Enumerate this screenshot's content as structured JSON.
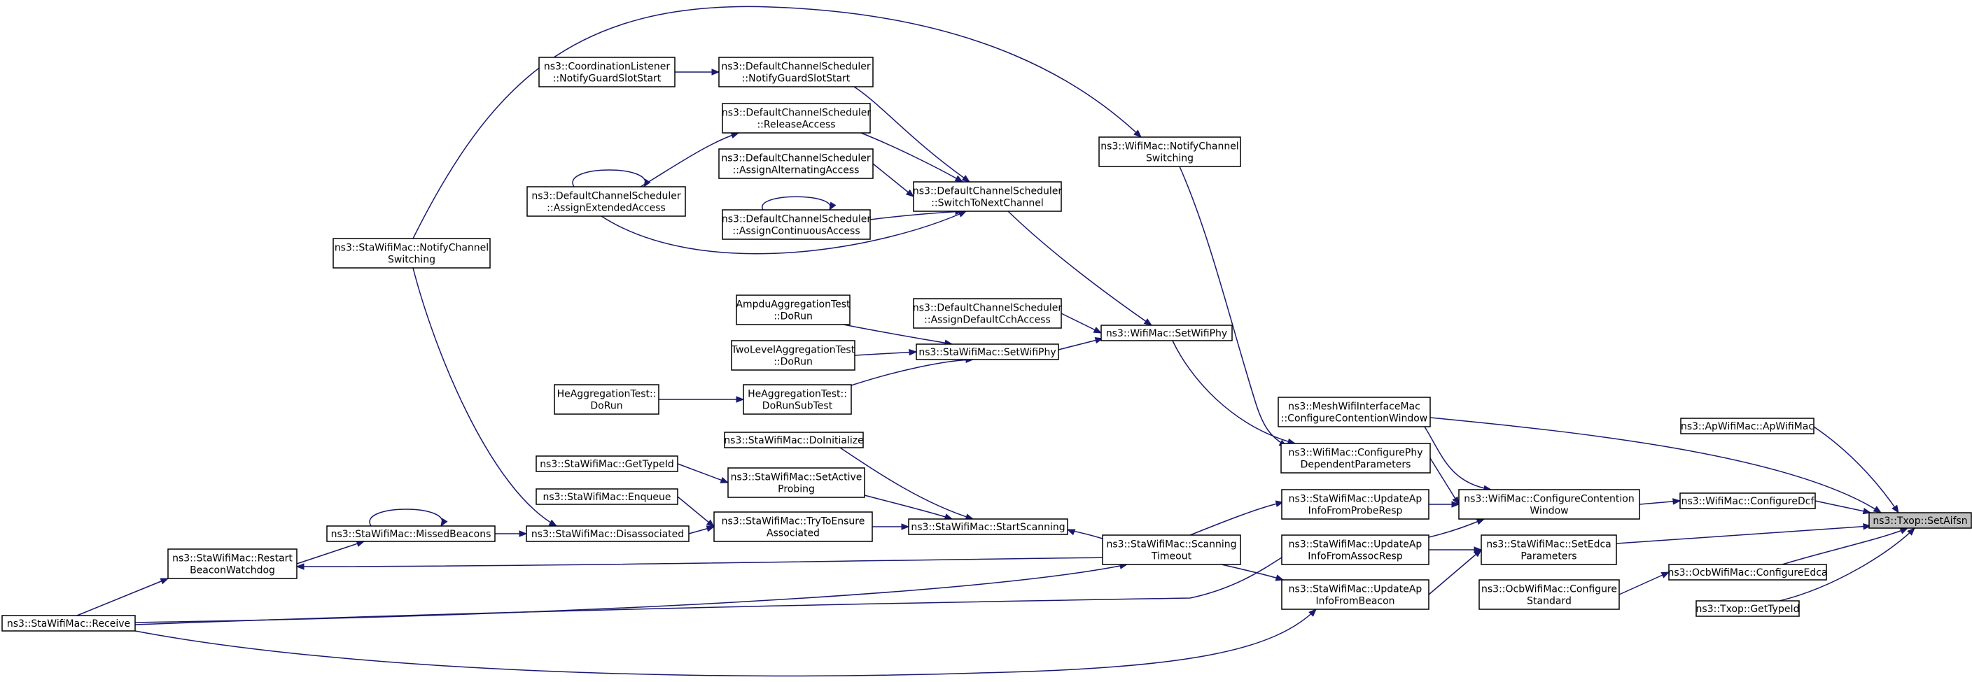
{
  "nodes": [
    {
      "id": "root",
      "lines": [
        "ns3::Txop::SetAifsn"
      ],
      "root": true
    },
    {
      "id": "apc",
      "lines": [
        "ns3::ApWifiMac::ApWifiMac"
      ]
    },
    {
      "id": "wcd",
      "lines": [
        "ns3::WifiMac::ConfigureDcf"
      ]
    },
    {
      "id": "ocbe",
      "lines": [
        "ns3::OcbWifiMac::ConfigureEdca"
      ]
    },
    {
      "id": "tgt",
      "lines": [
        "ns3::Txop::GetTypeId"
      ]
    },
    {
      "id": "mesh",
      "lines": [
        "ns3::MeshWifiInterfaceMac",
        "::ConfigureContentionWindow"
      ]
    },
    {
      "id": "wccw",
      "lines": [
        "ns3::WifiMac::ConfigureContention",
        "Window"
      ]
    },
    {
      "id": "sedca",
      "lines": [
        "ns3::StaWifiMac::SetEdca",
        "Parameters"
      ]
    },
    {
      "id": "ocbcs",
      "lines": [
        "ns3::OcbWifiMac::Configure",
        "Standard"
      ]
    },
    {
      "id": "cpdp",
      "lines": [
        "ns3::WifiMac::ConfigurePhy",
        "DependentParameters"
      ]
    },
    {
      "id": "uapr",
      "lines": [
        "ns3::StaWifiMac::UpdateAp",
        "InfoFromProbeResp"
      ]
    },
    {
      "id": "uaas",
      "lines": [
        "ns3::StaWifiMac::UpdateAp",
        "InfoFromAssocResp"
      ]
    },
    {
      "id": "uab",
      "lines": [
        "ns3::StaWifiMac::UpdateAp",
        "InfoFromBeacon"
      ]
    },
    {
      "id": "wsp",
      "lines": [
        "ns3::WifiMac::SetWifiPhy"
      ]
    },
    {
      "id": "wncs",
      "lines": [
        "ns3::WifiMac::NotifyChannel",
        "Switching"
      ]
    },
    {
      "id": "sst",
      "lines": [
        "ns3::StaWifiMac::Scanning",
        "Timeout"
      ]
    },
    {
      "id": "dcs_sw",
      "lines": [
        "ns3::DefaultChannelScheduler",
        "::SwitchToNextChannel"
      ]
    },
    {
      "id": "dcs_ad",
      "lines": [
        "ns3::DefaultChannelScheduler",
        "::AssignDefaultCchAccess"
      ]
    },
    {
      "id": "ssp",
      "lines": [
        "ns3::StaWifiMac::SetWifiPhy"
      ]
    },
    {
      "id": "sss",
      "lines": [
        "ns3::StaWifiMac::StartScanning"
      ]
    },
    {
      "id": "dcs_ng",
      "lines": [
        "ns3::DefaultChannelScheduler",
        "::NotifyGuardSlotStart"
      ]
    },
    {
      "id": "dcs_ra",
      "lines": [
        "ns3::DefaultChannelScheduler",
        "::ReleaseAccess"
      ]
    },
    {
      "id": "dcs_aa",
      "lines": [
        "ns3::DefaultChannelScheduler",
        "::AssignAlternatingAccess"
      ]
    },
    {
      "id": "dcs_ac",
      "lines": [
        "ns3::DefaultChannelScheduler",
        "::AssignContinuousAccess"
      ]
    },
    {
      "id": "aat",
      "lines": [
        "AmpduAggregationTest",
        "::DoRun"
      ]
    },
    {
      "id": "tlat",
      "lines": [
        "TwoLevelAggregationTest",
        "::DoRun"
      ]
    },
    {
      "id": "hat_s",
      "lines": [
        "HeAggregationTest::",
        "DoRunSubTest"
      ]
    },
    {
      "id": "sdi",
      "lines": [
        "ns3::StaWifiMac::DoInitialize"
      ]
    },
    {
      "id": "sap",
      "lines": [
        "ns3::StaWifiMac::SetActive",
        "Probing"
      ]
    },
    {
      "id": "stea",
      "lines": [
        "ns3::StaWifiMac::TryToEnsure",
        "Associated"
      ]
    },
    {
      "id": "cl_ng",
      "lines": [
        "ns3::CoordinationListener",
        "::NotifyGuardSlotStart"
      ]
    },
    {
      "id": "dcs_ae",
      "lines": [
        "ns3::DefaultChannelScheduler",
        "::AssignExtendedAccess"
      ]
    },
    {
      "id": "hat",
      "lines": [
        "HeAggregationTest::",
        "DoRun"
      ]
    },
    {
      "id": "sgt",
      "lines": [
        "ns3::StaWifiMac::GetTypeId"
      ]
    },
    {
      "id": "senq",
      "lines": [
        "ns3::StaWifiMac::Enqueue"
      ]
    },
    {
      "id": "sdis",
      "lines": [
        "ns3::StaWifiMac::Disassociated"
      ]
    },
    {
      "id": "snc",
      "lines": [
        "ns3::StaWifiMac::NotifyChannel",
        "Switching"
      ]
    },
    {
      "id": "smb",
      "lines": [
        "ns3::StaWifiMac::MissedBeacons"
      ]
    },
    {
      "id": "srbw",
      "lines": [
        "ns3::StaWifiMac::Restart",
        "BeaconWatchdog"
      ]
    },
    {
      "id": "srecv",
      "lines": [
        "ns3::StaWifiMac::Receive"
      ]
    }
  ],
  "edges": [
    {
      "from": "apc",
      "to": "root"
    },
    {
      "from": "wcd",
      "to": "root"
    },
    {
      "from": "ocbe",
      "to": "root"
    },
    {
      "from": "tgt",
      "to": "root"
    },
    {
      "from": "mesh",
      "to": "root"
    },
    {
      "from": "sedca",
      "to": "root"
    },
    {
      "from": "wccw",
      "to": "wcd"
    },
    {
      "from": "ocbcs",
      "to": "ocbe"
    },
    {
      "from": "mesh",
      "to": "wccw"
    },
    {
      "from": "cpdp",
      "to": "wccw"
    },
    {
      "from": "uapr",
      "to": "wccw"
    },
    {
      "from": "uaas",
      "to": "wccw"
    },
    {
      "from": "uaas",
      "to": "sedca"
    },
    {
      "from": "uab",
      "to": "sedca"
    },
    {
      "from": "wsp",
      "to": "cpdp"
    },
    {
      "from": "wncs",
      "to": "cpdp"
    },
    {
      "from": "sst",
      "to": "uapr"
    },
    {
      "from": "sst",
      "to": "uab"
    },
    {
      "from": "srecv",
      "to": "uaas"
    },
    {
      "from": "srecv",
      "to": "uab"
    },
    {
      "from": "dcs_sw",
      "to": "wsp"
    },
    {
      "from": "dcs_ad",
      "to": "wsp"
    },
    {
      "from": "ssp",
      "to": "wsp"
    },
    {
      "from": "dcs_ng",
      "to": "dcs_sw"
    },
    {
      "from": "dcs_ra",
      "to": "dcs_sw"
    },
    {
      "from": "dcs_aa",
      "to": "dcs_sw"
    },
    {
      "from": "dcs_ac",
      "to": "dcs_sw"
    },
    {
      "from": "dcs_ae",
      "to": "dcs_sw"
    },
    {
      "from": "cl_ng",
      "to": "dcs_ng"
    },
    {
      "from": "dcs_ae",
      "to": "dcs_ra"
    },
    {
      "from": "dcs_ae",
      "to": "dcs_ae"
    },
    {
      "from": "dcs_ac",
      "to": "dcs_ac"
    },
    {
      "from": "aat",
      "to": "ssp"
    },
    {
      "from": "tlat",
      "to": "ssp"
    },
    {
      "from": "hat_s",
      "to": "ssp"
    },
    {
      "from": "hat",
      "to": "hat_s"
    },
    {
      "from": "sdi",
      "to": "sss"
    },
    {
      "from": "sap",
      "to": "sss"
    },
    {
      "from": "stea",
      "to": "sss"
    },
    {
      "from": "sst",
      "to": "sss"
    },
    {
      "from": "sgt",
      "to": "sap"
    },
    {
      "from": "senq",
      "to": "stea"
    },
    {
      "from": "sdis",
      "to": "stea"
    },
    {
      "from": "smb",
      "to": "sdis"
    },
    {
      "from": "snc",
      "to": "sdis"
    },
    {
      "from": "smb",
      "to": "smb"
    },
    {
      "from": "snc",
      "to": "wncs"
    },
    {
      "from": "srbw",
      "to": "smb"
    },
    {
      "from": "sst",
      "to": "srbw"
    },
    {
      "from": "srecv",
      "to": "srbw"
    },
    {
      "from": "srecv",
      "to": "sst"
    }
  ]
}
